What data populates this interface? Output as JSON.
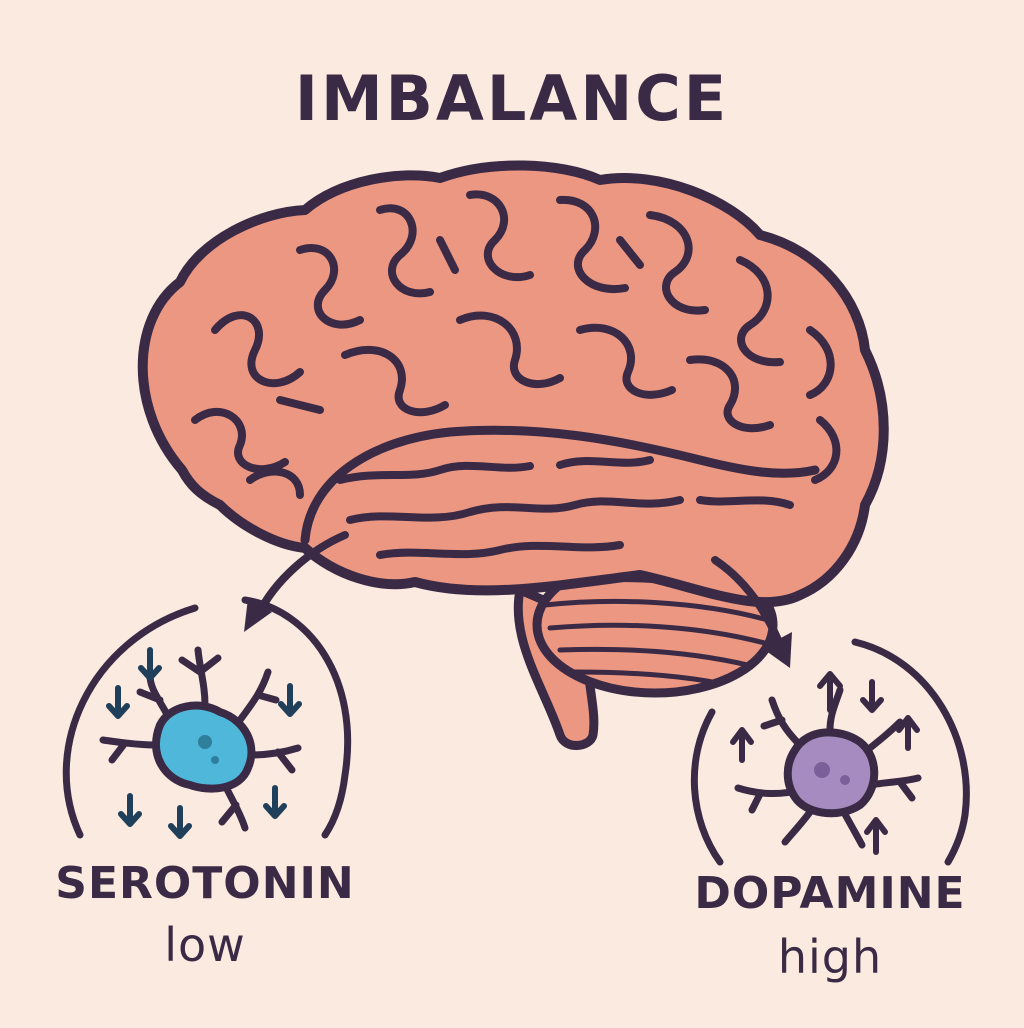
{
  "title": "IMBALANCE",
  "colors": {
    "background": "#fbeadf",
    "brain_fill": "#ec9781",
    "outline": "#3b2a45",
    "serotonin_neuron": "#4fb7d9",
    "dopamine_neuron": "#a58bbf",
    "down_arrow": "#1f3f5a"
  },
  "serotonin": {
    "name": "SEROTONIN",
    "level": "low"
  },
  "dopamine": {
    "name": "DOPAMINE",
    "level": "high"
  }
}
